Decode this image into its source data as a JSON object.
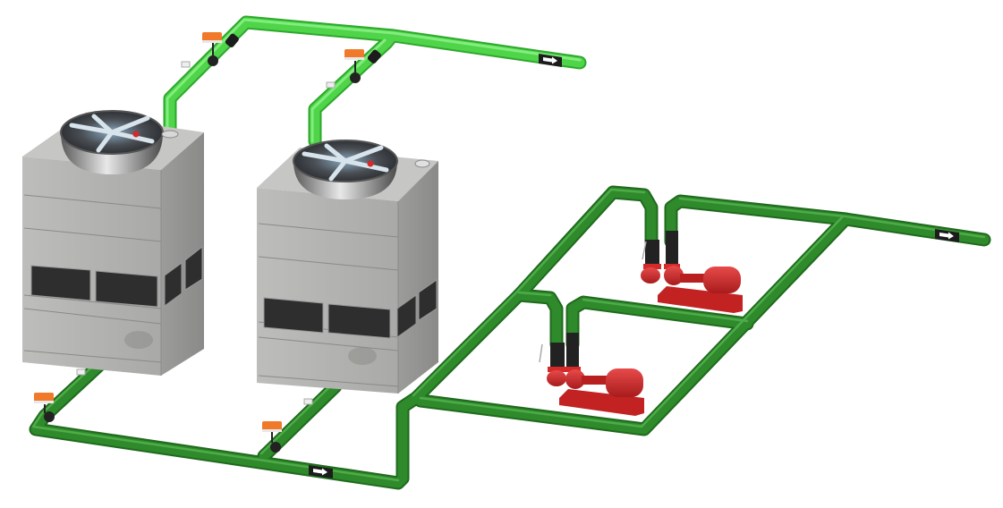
{
  "scene": {
    "components": {
      "cooling_towers": 2,
      "pumps": 2,
      "actuator_valves": 4,
      "flow_arrows": 3
    },
    "colors": {
      "background": "#ffffff",
      "supply_pipe": "#4fd44a",
      "supply_pipe_dark": "#2ea82c",
      "return_pipe": "#2f8a2b",
      "return_pipe_dark": "#1f6a1d",
      "tower_body": "#b4b4b2",
      "tower_side": "#9a9a98",
      "tower_top": "#c4c4c2",
      "louver": "#2e2e2e",
      "fan_ring": "#6a6a6a",
      "pump_red": "#d42a2a",
      "pump_dark": "#9c1818",
      "actuator_orange": "#f07a2a",
      "flow_label": "#1c1c1c",
      "valve_black": "#222222"
    },
    "icons": {
      "flow_arrow": "arrow-right-icon",
      "actuator": "actuator-icon",
      "fan": "fan-icon",
      "sensor": "sensor-icon"
    }
  }
}
